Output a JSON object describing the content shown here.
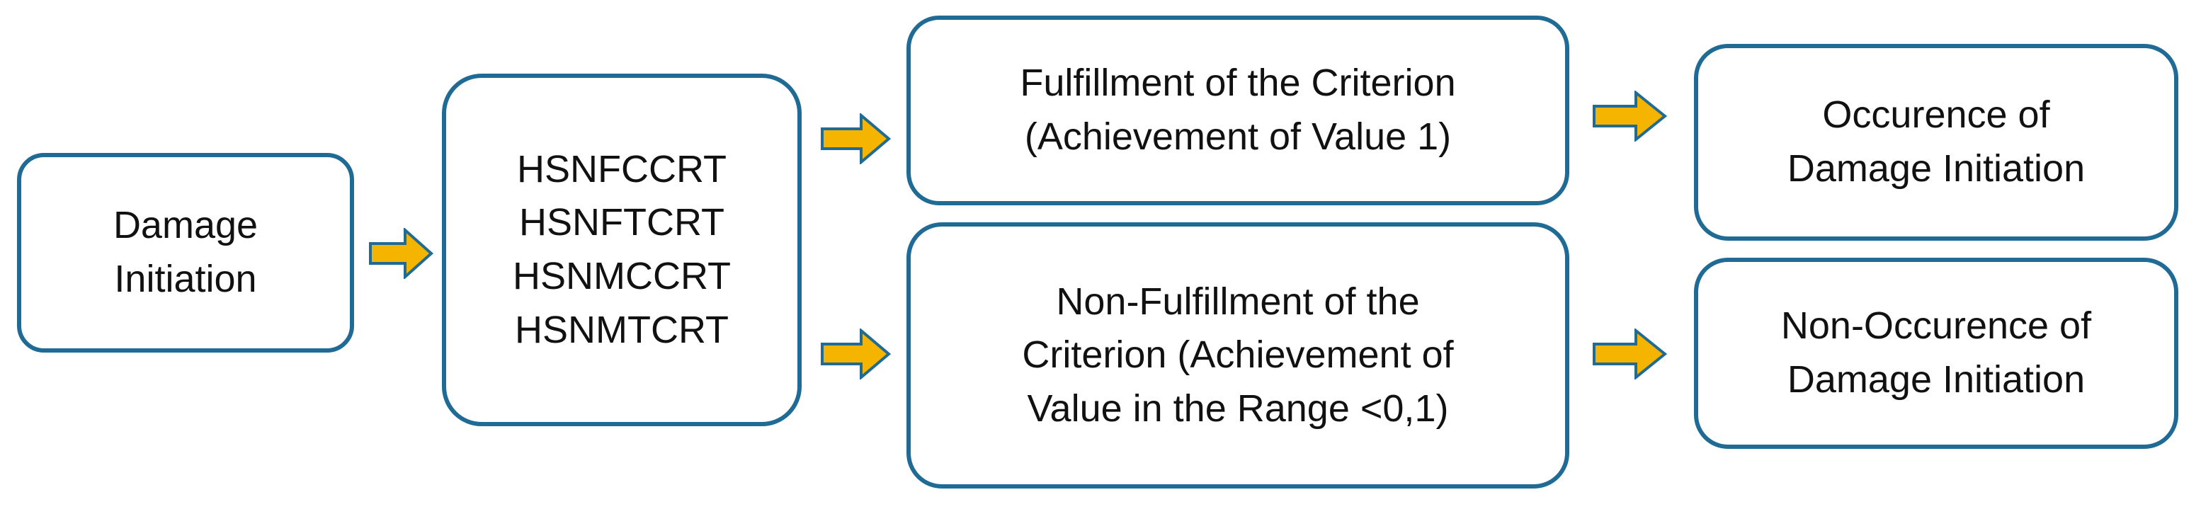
{
  "colors": {
    "box_border": "#1f6b96",
    "arrow_fill": "#f5b400",
    "arrow_stroke": "#1f6b96",
    "text": "#111111"
  },
  "boxes": {
    "damage_initiation": {
      "lines": [
        "Damage",
        "Initiation"
      ]
    },
    "criteria": {
      "lines": [
        "HSNFCCRT",
        "HSNFTCRT",
        "HSNMCCRT",
        "HSNMTCRT"
      ]
    },
    "fulfillment": {
      "lines": [
        "Fulfillment of the Criterion",
        "(Achievement of Value 1)"
      ]
    },
    "non_fulfillment": {
      "lines": [
        "Non-Fulfillment of the",
        "Criterion (Achievement of",
        "Value in the Range <0,1)"
      ]
    },
    "occurence": {
      "lines": [
        "Occurence of",
        "Damage Initiation"
      ]
    },
    "non_occurence": {
      "lines": [
        "Non-Occurence of",
        "Damage Initiation"
      ]
    }
  },
  "arrows": [
    "right-arrow",
    "right-arrow",
    "right-arrow",
    "right-arrow",
    "right-arrow"
  ]
}
